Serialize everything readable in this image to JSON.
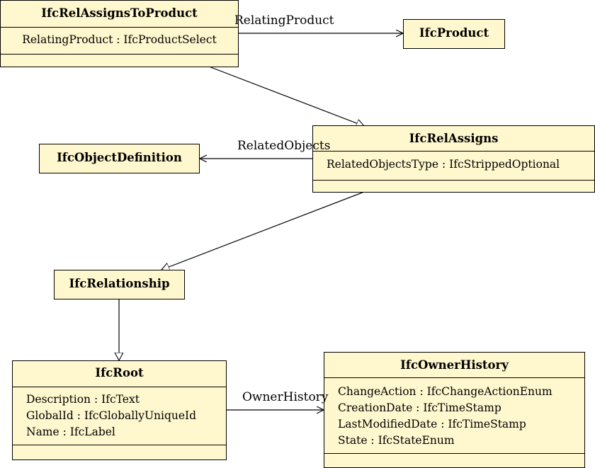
{
  "classes": {
    "rel_assigns_to_product": {
      "name": "IfcRelAssignsToProduct",
      "attributes": [
        "RelatingProduct : IfcProductSelect"
      ]
    },
    "product": {
      "name": "IfcProduct"
    },
    "rel_assigns": {
      "name": "IfcRelAssigns",
      "attributes": [
        "RelatedObjectsType : IfcStrippedOptional"
      ]
    },
    "object_definition": {
      "name": "IfcObjectDefinition"
    },
    "relationship": {
      "name": "IfcRelationship"
    },
    "root": {
      "name": "IfcRoot",
      "attributes": [
        "Description : IfcText",
        "GlobalId : IfcGloballyUniqueId",
        "Name : IfcLabel"
      ]
    },
    "owner_history": {
      "name": "IfcOwnerHistory",
      "attributes": [
        "ChangeAction : IfcChangeActionEnum",
        "CreationDate : IfcTimeStamp",
        "LastModifiedDate : IfcTimeStamp",
        "State : IfcStateEnum"
      ]
    }
  },
  "associations": {
    "relating_product": "RelatingProduct",
    "related_objects": "RelatedObjects",
    "owner_history": "OwnerHistory"
  },
  "colors": {
    "class_fill": "#fff7ce",
    "line": "#000000"
  }
}
